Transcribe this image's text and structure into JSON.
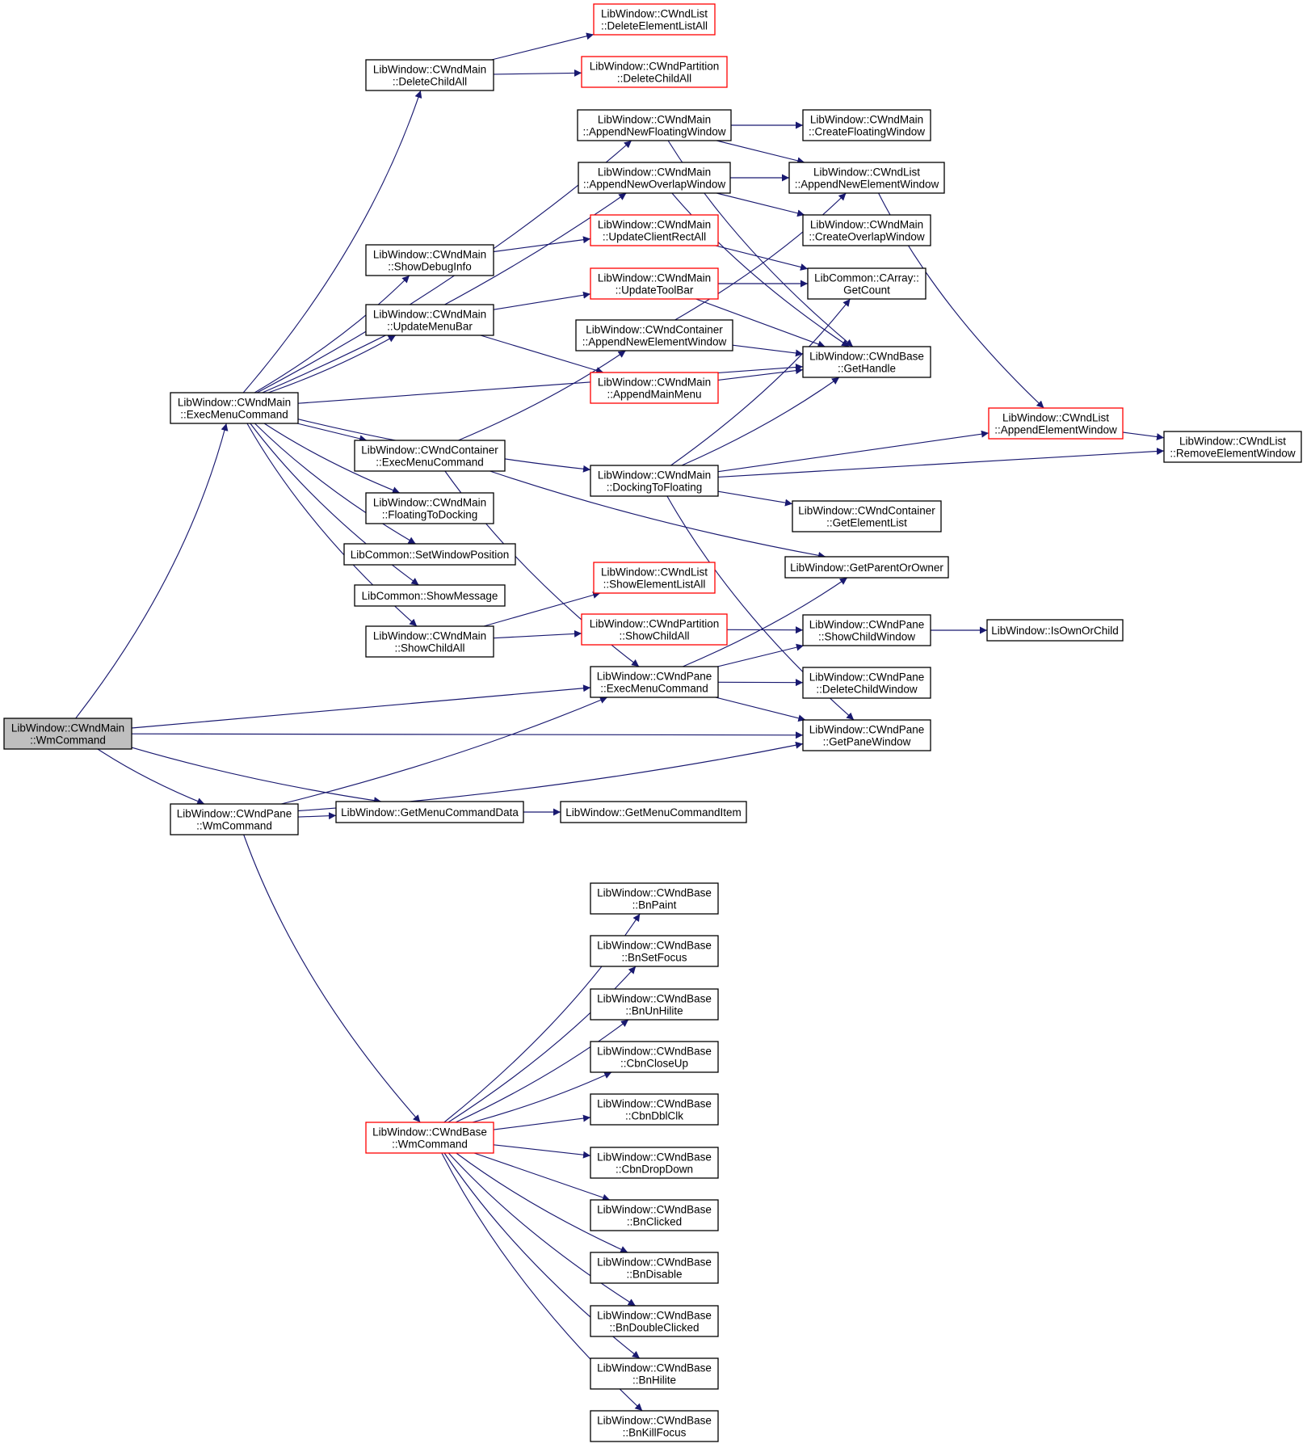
{
  "graph": {
    "colors": {
      "edge": "#191970",
      "node_border_default": "#000000",
      "node_border_missing_docs": "#ff0000",
      "root_fill": "#bfbfbf",
      "node_fill": "#ffffff"
    },
    "nodes": [
      {
        "id": "root",
        "lines": [
          "LibWindow::CWndMain",
          "::WmCommand"
        ],
        "style": "root"
      },
      {
        "id": "main_exec",
        "lines": [
          "LibWindow::CWndMain",
          "::ExecMenuCommand"
        ],
        "style": "normal"
      },
      {
        "id": "pane_wm",
        "lines": [
          "LibWindow::CWndPane",
          "::WmCommand"
        ],
        "style": "normal"
      },
      {
        "id": "base_wm",
        "lines": [
          "LibWindow::CWndBase",
          "::WmCommand"
        ],
        "style": "red"
      },
      {
        "id": "delchildall",
        "lines": [
          "LibWindow::CWndMain",
          "::DeleteChildAll"
        ],
        "style": "normal"
      },
      {
        "id": "showdebug",
        "lines": [
          "LibWindow::CWndMain",
          "::ShowDebugInfo"
        ],
        "style": "normal"
      },
      {
        "id": "updmenubar",
        "lines": [
          "LibWindow::CWndMain",
          "::UpdateMenuBar"
        ],
        "style": "normal"
      },
      {
        "id": "cont_exec",
        "lines": [
          "LibWindow::CWndContainer",
          "::ExecMenuCommand"
        ],
        "style": "normal"
      },
      {
        "id": "floatdock",
        "lines": [
          "LibWindow::CWndMain",
          "::FloatingToDocking"
        ],
        "style": "normal"
      },
      {
        "id": "setwinpos",
        "lines": [
          "LibCommon::SetWindowPosition"
        ],
        "style": "normal"
      },
      {
        "id": "showmsg",
        "lines": [
          "LibCommon::ShowMessage"
        ],
        "style": "normal"
      },
      {
        "id": "showchildall_main",
        "lines": [
          "LibWindow::CWndMain",
          "::ShowChildAll"
        ],
        "style": "normal"
      },
      {
        "id": "getmenucmddata",
        "lines": [
          "LibWindow::GetMenuCommandData"
        ],
        "style": "normal"
      },
      {
        "id": "getmenucmditem",
        "lines": [
          "LibWindow::GetMenuCommandItem"
        ],
        "style": "normal"
      },
      {
        "id": "list_delall",
        "lines": [
          "LibWindow::CWndList",
          "::DeleteElementListAll"
        ],
        "style": "red"
      },
      {
        "id": "part_delchildall",
        "lines": [
          "LibWindow::CWndPartition",
          "::DeleteChildAll"
        ],
        "style": "red"
      },
      {
        "id": "appfloat",
        "lines": [
          "LibWindow::CWndMain",
          "::AppendNewFloatingWindow"
        ],
        "style": "normal"
      },
      {
        "id": "appoverlap",
        "lines": [
          "LibWindow::CWndMain",
          "::AppendNewOverlapWindow"
        ],
        "style": "normal"
      },
      {
        "id": "updclient",
        "lines": [
          "LibWindow::CWndMain",
          "::UpdateClientRectAll"
        ],
        "style": "red"
      },
      {
        "id": "updtoolbar",
        "lines": [
          "LibWindow::CWndMain",
          "::UpdateToolBar"
        ],
        "style": "red"
      },
      {
        "id": "cont_appnew",
        "lines": [
          "LibWindow::CWndContainer",
          "::AppendNewElementWindow"
        ],
        "style": "normal"
      },
      {
        "id": "appmainmenu",
        "lines": [
          "LibWindow::CWndMain",
          "::AppendMainMenu"
        ],
        "style": "red"
      },
      {
        "id": "docktofloat",
        "lines": [
          "LibWindow::CWndMain",
          "::DockingToFloating"
        ],
        "style": "normal"
      },
      {
        "id": "list_showall",
        "lines": [
          "LibWindow::CWndList",
          "::ShowElementListAll"
        ],
        "style": "red"
      },
      {
        "id": "part_showchildall",
        "lines": [
          "LibWindow::CWndPartition",
          "::ShowChildAll"
        ],
        "style": "red"
      },
      {
        "id": "pane_exec",
        "lines": [
          "LibWindow::CWndPane",
          "::ExecMenuCommand"
        ],
        "style": "normal"
      },
      {
        "id": "createfloat",
        "lines": [
          "LibWindow::CWndMain",
          "::CreateFloatingWindow"
        ],
        "style": "normal"
      },
      {
        "id": "list_appnew",
        "lines": [
          "LibWindow::CWndList",
          "::AppendNewElementWindow"
        ],
        "style": "normal"
      },
      {
        "id": "createoverlap",
        "lines": [
          "LibWindow::CWndMain",
          "::CreateOverlapWindow"
        ],
        "style": "normal"
      },
      {
        "id": "getcount",
        "lines": [
          "LibCommon::CArray::",
          "GetCount"
        ],
        "style": "normal"
      },
      {
        "id": "gethandle",
        "lines": [
          "LibWindow::CWndBase",
          "::GetHandle"
        ],
        "style": "normal"
      },
      {
        "id": "cont_getelemlist",
        "lines": [
          "LibWindow::CWndContainer",
          "::GetElementList"
        ],
        "style": "normal"
      },
      {
        "id": "getparentowner",
        "lines": [
          "LibWindow::GetParentOrOwner"
        ],
        "style": "normal"
      },
      {
        "id": "pane_showchild",
        "lines": [
          "LibWindow::CWndPane",
          "::ShowChildWindow"
        ],
        "style": "normal"
      },
      {
        "id": "pane_delchild",
        "lines": [
          "LibWindow::CWndPane",
          "::DeleteChildWindow"
        ],
        "style": "normal"
      },
      {
        "id": "pane_getpane",
        "lines": [
          "LibWindow::CWndPane",
          "::GetPaneWindow"
        ],
        "style": "normal"
      },
      {
        "id": "list_appelem",
        "lines": [
          "LibWindow::CWndList",
          "::AppendElementWindow"
        ],
        "style": "red"
      },
      {
        "id": "list_remelem",
        "lines": [
          "LibWindow::CWndList",
          "::RemoveElementWindow"
        ],
        "style": "normal"
      },
      {
        "id": "isownorchild",
        "lines": [
          "LibWindow::IsOwnOrChild"
        ],
        "style": "normal"
      },
      {
        "id": "bnpaint",
        "lines": [
          "LibWindow::CWndBase",
          "::BnPaint"
        ],
        "style": "normal"
      },
      {
        "id": "bnsetfocus",
        "lines": [
          "LibWindow::CWndBase",
          "::BnSetFocus"
        ],
        "style": "normal"
      },
      {
        "id": "bnunhilite",
        "lines": [
          "LibWindow::CWndBase",
          "::BnUnHilite"
        ],
        "style": "normal"
      },
      {
        "id": "cbncloseup",
        "lines": [
          "LibWindow::CWndBase",
          "::CbnCloseUp"
        ],
        "style": "normal"
      },
      {
        "id": "cbndblclk",
        "lines": [
          "LibWindow::CWndBase",
          "::CbnDblClk"
        ],
        "style": "normal"
      },
      {
        "id": "cbndropdown",
        "lines": [
          "LibWindow::CWndBase",
          "::CbnDropDown"
        ],
        "style": "normal"
      },
      {
        "id": "bnclicked",
        "lines": [
          "LibWindow::CWndBase",
          "::BnClicked"
        ],
        "style": "normal"
      },
      {
        "id": "bndisable",
        "lines": [
          "LibWindow::CWndBase",
          "::BnDisable"
        ],
        "style": "normal"
      },
      {
        "id": "bndblclicked",
        "lines": [
          "LibWindow::CWndBase",
          "::BnDoubleClicked"
        ],
        "style": "normal"
      },
      {
        "id": "bnhilite",
        "lines": [
          "LibWindow::CWndBase",
          "::BnHilite"
        ],
        "style": "normal"
      },
      {
        "id": "bnkillfocus",
        "lines": [
          "LibWindow::CWndBase",
          "::BnKillFocus"
        ],
        "style": "normal"
      }
    ],
    "edges": [
      {
        "from": "root",
        "to": "main_exec"
      },
      {
        "from": "root",
        "to": "pane_exec"
      },
      {
        "from": "root",
        "to": "pane_getpane"
      },
      {
        "from": "root",
        "to": "pane_wm"
      },
      {
        "from": "root",
        "to": "getmenucmddata"
      },
      {
        "from": "main_exec",
        "to": "delchildall"
      },
      {
        "from": "main_exec",
        "to": "appfloat"
      },
      {
        "from": "main_exec",
        "to": "appoverlap"
      },
      {
        "from": "main_exec",
        "to": "showdebug"
      },
      {
        "from": "main_exec",
        "to": "updmenubar"
      },
      {
        "from": "main_exec",
        "to": "gethandle"
      },
      {
        "from": "main_exec",
        "to": "cont_exec"
      },
      {
        "from": "main_exec",
        "to": "docktofloat"
      },
      {
        "from": "main_exec",
        "to": "floatdock"
      },
      {
        "from": "main_exec",
        "to": "setwinpos"
      },
      {
        "from": "main_exec",
        "to": "showmsg"
      },
      {
        "from": "main_exec",
        "to": "showchildall_main"
      },
      {
        "from": "delchildall",
        "to": "list_delall"
      },
      {
        "from": "delchildall",
        "to": "part_delchildall"
      },
      {
        "from": "appfloat",
        "to": "createfloat"
      },
      {
        "from": "appfloat",
        "to": "list_appnew"
      },
      {
        "from": "appfloat",
        "to": "gethandle"
      },
      {
        "from": "appoverlap",
        "to": "list_appnew"
      },
      {
        "from": "appoverlap",
        "to": "createoverlap"
      },
      {
        "from": "appoverlap",
        "to": "gethandle"
      },
      {
        "from": "showdebug",
        "to": "updclient"
      },
      {
        "from": "updclient",
        "to": "getcount"
      },
      {
        "from": "updmenubar",
        "to": "updtoolbar"
      },
      {
        "from": "updmenubar",
        "to": "appmainmenu"
      },
      {
        "from": "updtoolbar",
        "to": "getcount"
      },
      {
        "from": "updtoolbar",
        "to": "gethandle"
      },
      {
        "from": "cont_appnew",
        "to": "list_appnew"
      },
      {
        "from": "cont_appnew",
        "to": "gethandle"
      },
      {
        "from": "appmainmenu",
        "to": "gethandle"
      },
      {
        "from": "list_appnew",
        "to": "list_appelem"
      },
      {
        "from": "list_appelem",
        "to": "list_remelem"
      },
      {
        "from": "cont_exec",
        "to": "cont_appnew"
      },
      {
        "from": "cont_exec",
        "to": "pane_exec"
      },
      {
        "from": "cont_exec",
        "to": "getparentowner"
      },
      {
        "from": "docktofloat",
        "to": "getcount"
      },
      {
        "from": "docktofloat",
        "to": "gethandle"
      },
      {
        "from": "docktofloat",
        "to": "list_appelem"
      },
      {
        "from": "docktofloat",
        "to": "list_remelem"
      },
      {
        "from": "docktofloat",
        "to": "cont_getelemlist"
      },
      {
        "from": "docktofloat",
        "to": "pane_getpane"
      },
      {
        "from": "showchildall_main",
        "to": "list_showall"
      },
      {
        "from": "showchildall_main",
        "to": "part_showchildall"
      },
      {
        "from": "part_showchildall",
        "to": "pane_showchild"
      },
      {
        "from": "pane_exec",
        "to": "getparentowner"
      },
      {
        "from": "pane_exec",
        "to": "pane_showchild"
      },
      {
        "from": "pane_exec",
        "to": "pane_delchild"
      },
      {
        "from": "pane_exec",
        "to": "pane_getpane"
      },
      {
        "from": "pane_showchild",
        "to": "isownorchild"
      },
      {
        "from": "pane_wm",
        "to": "pane_exec"
      },
      {
        "from": "pane_wm",
        "to": "getmenucmddata"
      },
      {
        "from": "pane_wm",
        "to": "pane_getpane"
      },
      {
        "from": "pane_wm",
        "to": "base_wm"
      },
      {
        "from": "getmenucmddata",
        "to": "getmenucmditem"
      },
      {
        "from": "base_wm",
        "to": "bnpaint"
      },
      {
        "from": "base_wm",
        "to": "bnsetfocus"
      },
      {
        "from": "base_wm",
        "to": "bnunhilite"
      },
      {
        "from": "base_wm",
        "to": "cbncloseup"
      },
      {
        "from": "base_wm",
        "to": "cbndblclk"
      },
      {
        "from": "base_wm",
        "to": "cbndropdown"
      },
      {
        "from": "base_wm",
        "to": "bnclicked"
      },
      {
        "from": "base_wm",
        "to": "bndisable"
      },
      {
        "from": "base_wm",
        "to": "bndblclicked"
      },
      {
        "from": "base_wm",
        "to": "bnhilite"
      },
      {
        "from": "base_wm",
        "to": "bnkillfocus"
      }
    ]
  }
}
